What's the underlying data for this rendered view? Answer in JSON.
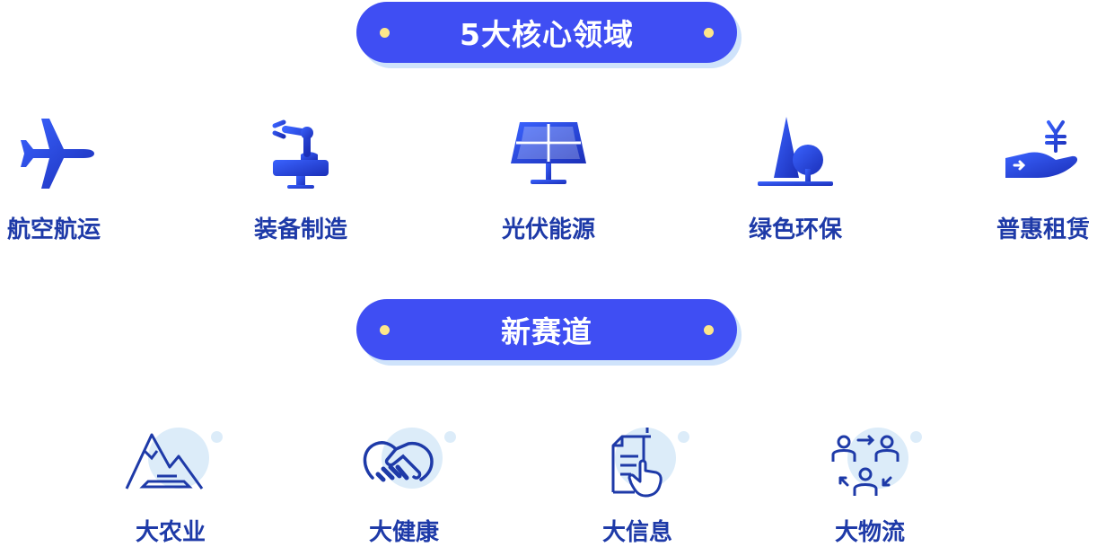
{
  "sections": {
    "core_title": "5大核心领域",
    "new_title": "新赛道"
  },
  "domains": [
    {
      "label": "航空航运",
      "icon": "airplane-icon"
    },
    {
      "label": "装备制造",
      "icon": "robot-arm-icon"
    },
    {
      "label": "光伏能源",
      "icon": "solar-panel-icon"
    },
    {
      "label": "绿色环保",
      "icon": "tree-icon"
    },
    {
      "label": "普惠租赁",
      "icon": "hand-yuan-icon"
    }
  ],
  "tracks": [
    {
      "label": "大农业",
      "icon": "mountain-icon"
    },
    {
      "label": "大健康",
      "icon": "handshake-icon"
    },
    {
      "label": "大信息",
      "icon": "document-touch-icon"
    },
    {
      "label": "大物流",
      "icon": "people-exchange-icon"
    }
  ],
  "colors": {
    "pill": "#3f4ef3",
    "pill_shadow": "#cfe3fb",
    "dot": "#fde68a",
    "text": "#1e3aa8",
    "icon_gradient_start": "#3056f5",
    "icon_gradient_end": "#1b2fb8",
    "line_icon": "#1e3aa8",
    "circle_bg": "#dcecf9"
  }
}
